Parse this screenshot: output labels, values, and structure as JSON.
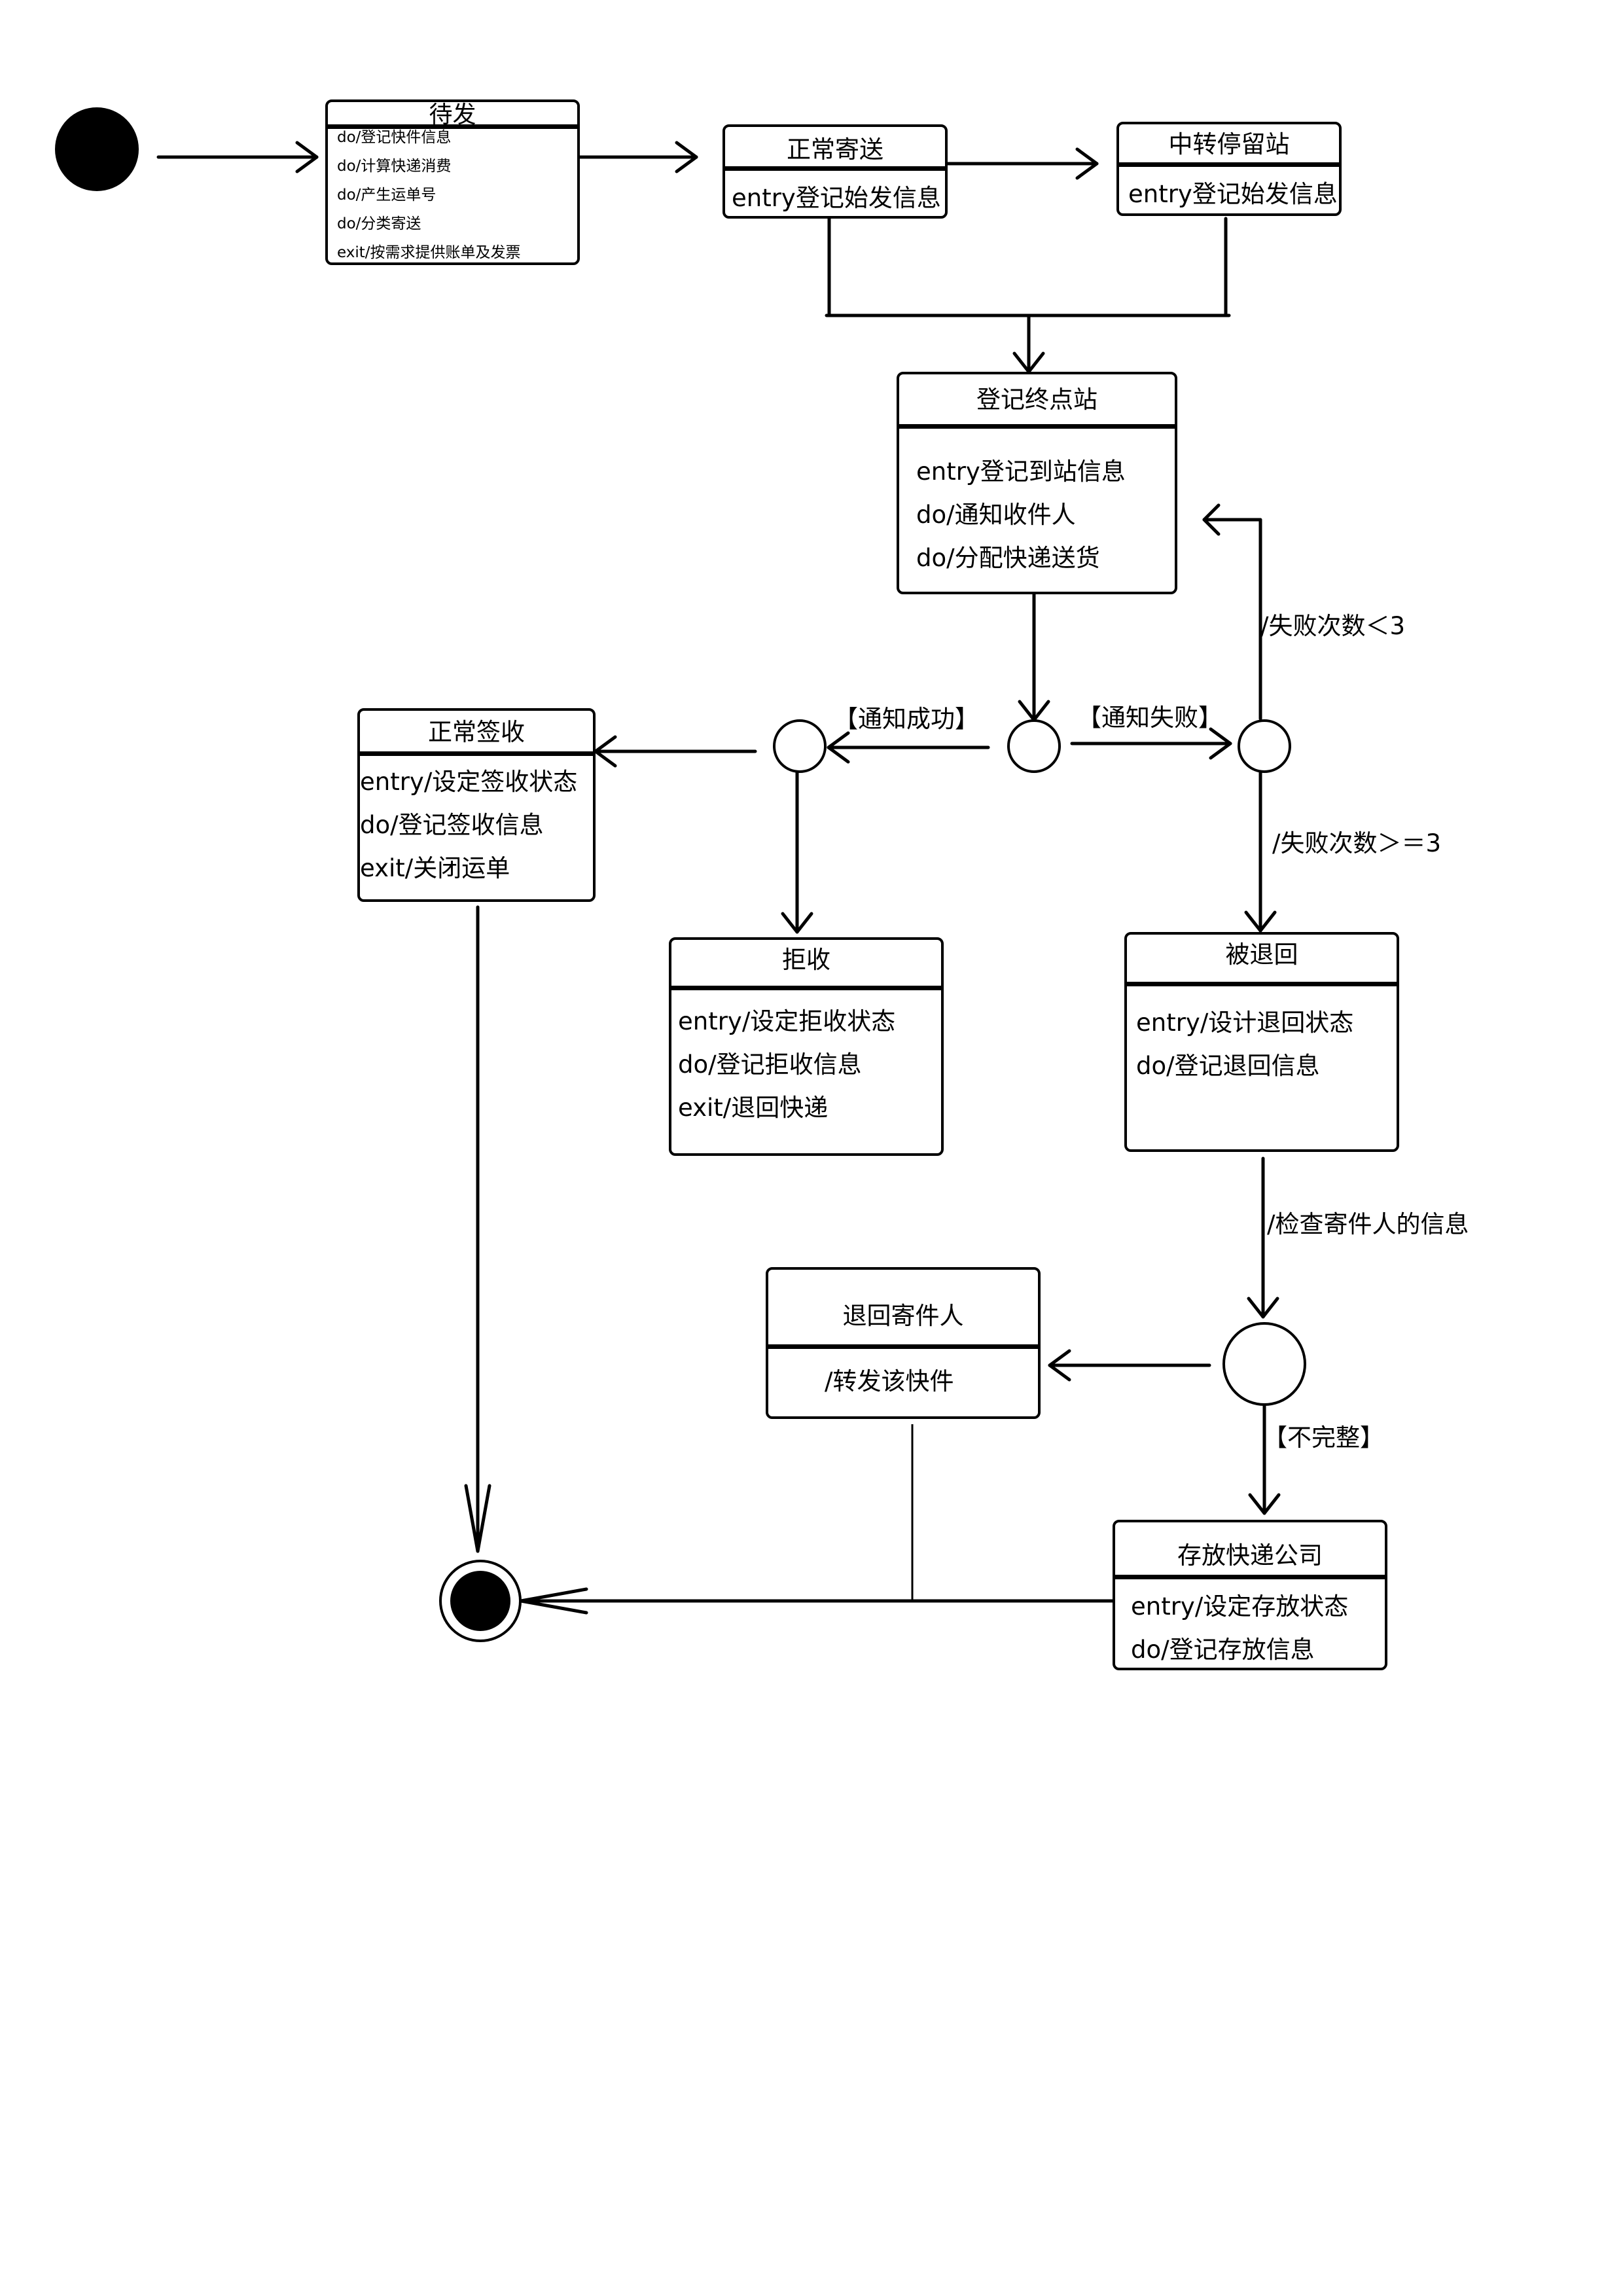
{
  "states": {
    "pending": {
      "title": "待发",
      "lines": [
        "do/登记快件信息",
        "do/计算快递消费",
        "do/产生运单号",
        "do/分类寄送",
        "exit/按需求提供账单及发票"
      ]
    },
    "normal_send": {
      "title": "正常寄送",
      "lines": [
        "entry登记始发信息"
      ]
    },
    "transit": {
      "title": "中转停留站",
      "lines": [
        "entry登记始发信息"
      ]
    },
    "terminal": {
      "title": "登记终点站",
      "lines": [
        "entry登记到站信息",
        "do/通知收件人",
        "do/分配快递送货"
      ]
    },
    "signed": {
      "title": "正常签收",
      "lines": [
        "entry/设定签收状态",
        "do/登记签收信息",
        "exit/关闭运单"
      ]
    },
    "rejected": {
      "title": "拒收",
      "lines": [
        "entry/设定拒收状态",
        "do/登记拒收信息",
        "exit/退回快递"
      ]
    },
    "returned": {
      "title": "被退回",
      "lines": [
        "entry/设计退回状态",
        "do/登记退回信息"
      ]
    },
    "return_sender": {
      "title": "退回寄件人",
      "lines": [
        "/转发该快件"
      ]
    },
    "storage": {
      "title": "存放快递公司",
      "lines": [
        "entry/设定存放状态",
        "do/登记存放信息"
      ]
    }
  },
  "transitions": {
    "notify_success": "【通知成功】",
    "notify_fail": "【通知失败】",
    "fail_lt3": "/失败次数＜3",
    "fail_ge3": "/失败次数＞＝3",
    "check_sender": "/检查寄件人的信息",
    "incomplete": "【不完整】"
  }
}
